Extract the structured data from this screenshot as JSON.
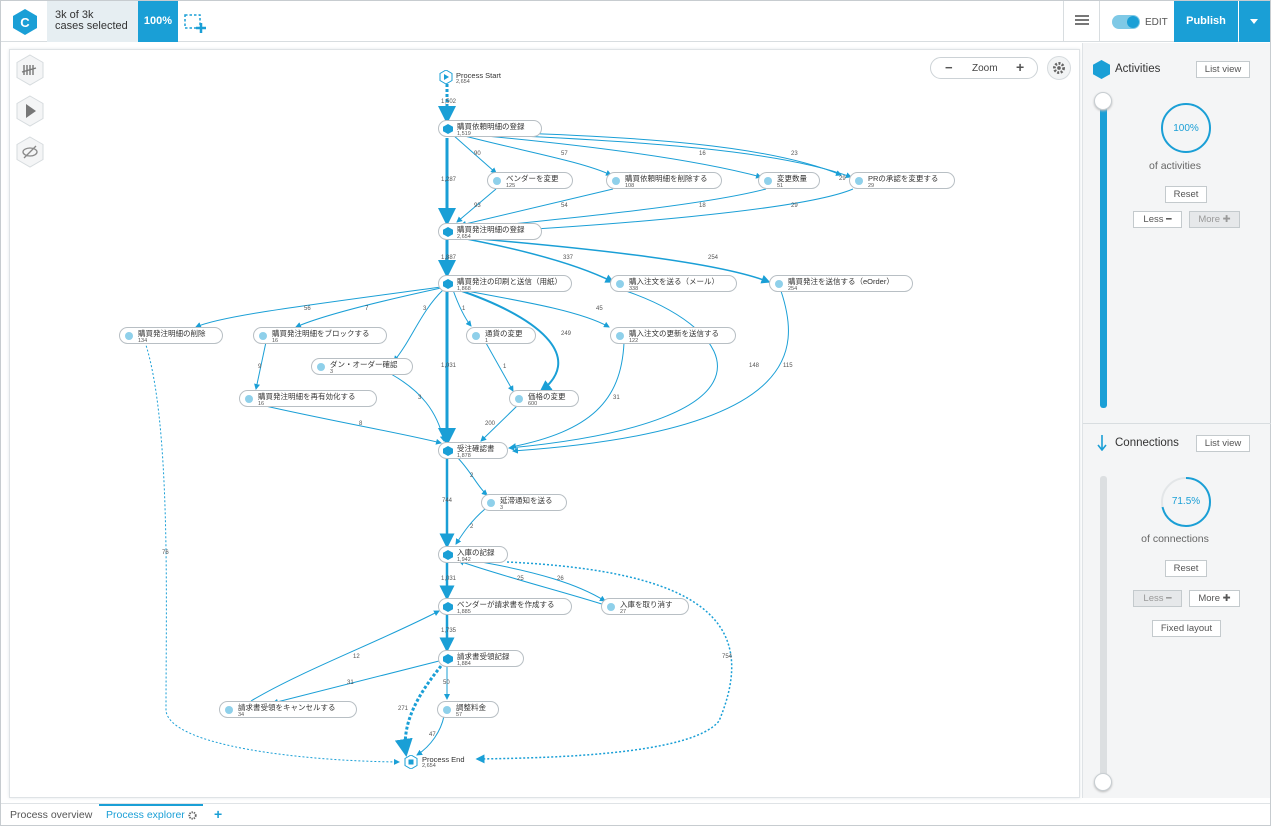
{
  "topbar": {
    "selection_line1": "3k of 3k",
    "selection_line2": "cases selected",
    "percent": "100%",
    "edit_label": "EDIT",
    "publish_label": "Publish"
  },
  "canvas": {
    "zoom_label": "Zoom",
    "zoom_minus": "−",
    "zoom_plus": "+",
    "edge_color": "#1a9fd6"
  },
  "nodes": [
    {
      "id": "start",
      "name": "Process Start",
      "count": "2,654",
      "kind": "start"
    },
    {
      "id": "n1",
      "name": "購買依頼明細の登録",
      "count": "1,519",
      "kind": "major"
    },
    {
      "id": "n2",
      "name": "ベンダーを変更",
      "count": "125",
      "kind": "minor"
    },
    {
      "id": "n3",
      "name": "購買依頼明細を削除する",
      "count": "108",
      "kind": "minor"
    },
    {
      "id": "n4",
      "name": "変更数量",
      "count": "51",
      "kind": "minor"
    },
    {
      "id": "n5",
      "name": "PRの承認を変更する",
      "count": "29",
      "kind": "minor"
    },
    {
      "id": "n6",
      "name": "購買発注明細の登録",
      "count": "2,654",
      "kind": "major"
    },
    {
      "id": "n7",
      "name": "購買発注の印刷と送信（用紙）",
      "count": "1,868",
      "kind": "major"
    },
    {
      "id": "n8",
      "name": "購入注文を送る（メール）",
      "count": "338",
      "kind": "minor"
    },
    {
      "id": "n9",
      "name": "購買発注を送信する（eOrder）",
      "count": "254",
      "kind": "minor"
    },
    {
      "id": "n10",
      "name": "購買発注明細の削除",
      "count": "134",
      "kind": "minor"
    },
    {
      "id": "n11",
      "name": "購買発注明細をブロックする",
      "count": "16",
      "kind": "minor"
    },
    {
      "id": "n12",
      "name": "通貨の変更",
      "count": "1",
      "kind": "minor"
    },
    {
      "id": "n13",
      "name": "購入注文の更新を送信する",
      "count": "122",
      "kind": "minor"
    },
    {
      "id": "n14",
      "name": "ダン・オーダー確認",
      "count": "3",
      "kind": "minor"
    },
    {
      "id": "n15",
      "name": "購買発注明細を再有効化する",
      "count": "16",
      "kind": "minor"
    },
    {
      "id": "n16",
      "name": "価格の変更",
      "count": "600",
      "kind": "minor"
    },
    {
      "id": "n17",
      "name": "受注確認書",
      "count": "1,878",
      "kind": "major"
    },
    {
      "id": "n18",
      "name": "延滞通知を送る",
      "count": "3",
      "kind": "minor"
    },
    {
      "id": "n19",
      "name": "入庫の記録",
      "count": "1,942",
      "kind": "major"
    },
    {
      "id": "n20",
      "name": "ベンダーが請求書を作成する",
      "count": "1,885",
      "kind": "major"
    },
    {
      "id": "n21",
      "name": "入庫を取り消す",
      "count": "27",
      "kind": "minor"
    },
    {
      "id": "n22",
      "name": "請求書受領記録",
      "count": "1,884",
      "kind": "major"
    },
    {
      "id": "n23",
      "name": "請求書受領をキャンセルする",
      "count": "34",
      "kind": "minor"
    },
    {
      "id": "n24",
      "name": "調整料金",
      "count": "57",
      "kind": "minor"
    },
    {
      "id": "end",
      "name": "Process End",
      "count": "2,654",
      "kind": "end"
    }
  ],
  "edge_labels": [
    "1,502",
    "1,287",
    "90",
    "57",
    "16",
    "23",
    "93",
    "54",
    "18",
    "29",
    "29",
    "1,887",
    "337",
    "254",
    "56",
    "7",
    "3",
    "1",
    "45",
    "249",
    "1,031",
    "148",
    "115",
    "1",
    "9",
    "3",
    "8",
    "200",
    "31",
    "2",
    "744",
    "2",
    "1,031",
    "25",
    "26",
    "1,735",
    "12",
    "31",
    "50",
    "271",
    "47",
    "754",
    "76"
  ],
  "right_panel": {
    "activities_title": "Activities",
    "activities_list_view": "List view",
    "activities_percent": "100%",
    "activities_sub": "of activities",
    "activities_reset": "Reset",
    "activities_less": "Less",
    "activities_more": "More",
    "activities_fraction": 1.0,
    "connections_title": "Connections",
    "connections_list_view": "List view",
    "connections_percent": "71.5%",
    "connections_sub": "of connections",
    "connections_reset": "Reset",
    "connections_less": "Less",
    "connections_more": "More",
    "connections_fraction": 0.715,
    "fixed_layout": "Fixed layout",
    "accent_color": "#1a9fd6"
  },
  "bottom_tabs": [
    {
      "label": "Process overview"
    },
    {
      "label": "Process explorer"
    },
    {
      "label": "+"
    }
  ]
}
